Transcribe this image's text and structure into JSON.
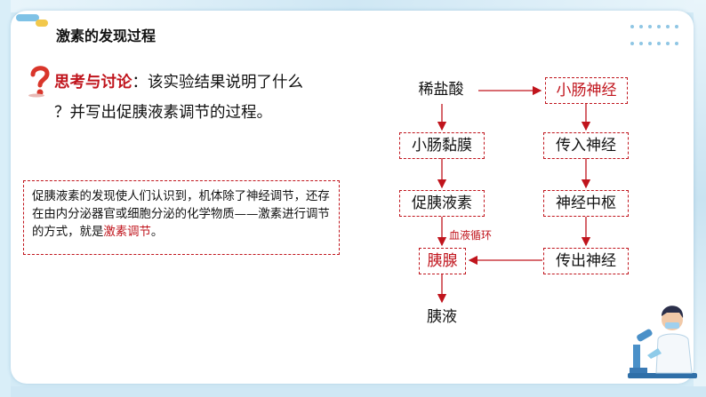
{
  "slide": {
    "title": "激素的发现过程"
  },
  "discussion": {
    "label": "思考与讨论",
    "separator": "：",
    "line1": "该实验结果说明了什么",
    "line2": "？并写出促胰液素调节的过程。"
  },
  "note": {
    "text_main": "促胰液素的发现使人们认识到，机体除了神经调节，还存在由内分泌器官或细胞分泌的化学物质——激素进行调节的方式，就是",
    "highlight": "激素调节",
    "text_end": "。"
  },
  "flowchart": {
    "hydrochloric_acid": "稀盐酸",
    "intestine_nerve": "小肠神经",
    "intestine_mucosa": "小肠黏膜",
    "afferent_nerve": "传入神经",
    "secretin": "促胰液素",
    "nerve_center": "神经中枢",
    "blood_circulation": "血液循环",
    "pancreas": "胰腺",
    "efferent_nerve": "传出神经",
    "pancreatic_juice": "胰液"
  },
  "colors": {
    "accent_red": "#c0141c",
    "frame_blue": "#d4ebf6"
  }
}
